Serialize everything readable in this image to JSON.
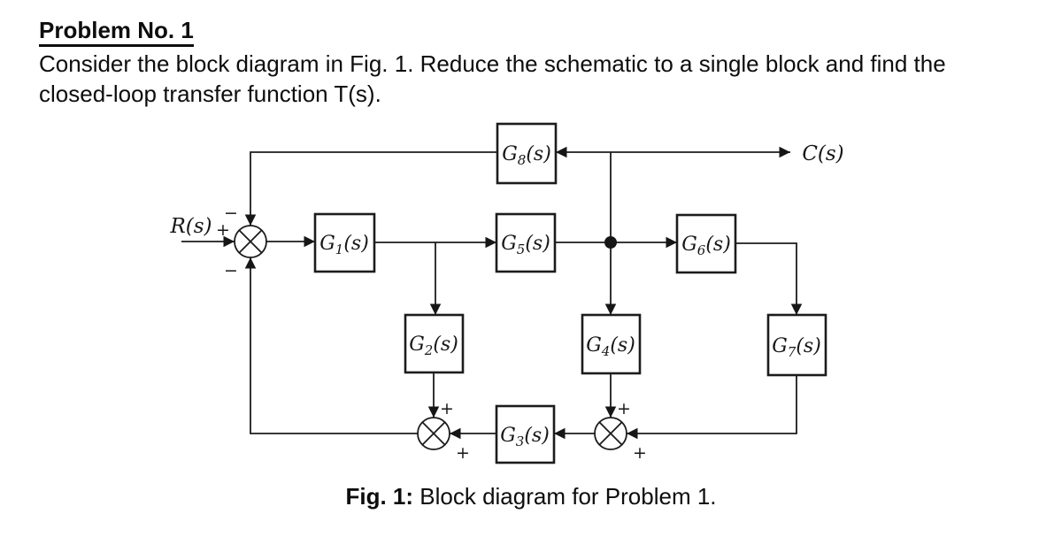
{
  "page": {
    "title": "Problem No. 1",
    "body": [
      "Consider the block diagram in Fig. 1. Reduce the schematic to a single block and find the",
      "closed-loop transfer function T(s)."
    ],
    "caption": {
      "prefix": "Fig. 1:",
      "text": " Block diagram for Problem 1."
    }
  },
  "diagram": {
    "input_label": "R(s)",
    "output_label": "C(s)",
    "blocks": {
      "g1": {
        "base": "G",
        "sub": "1",
        "arg": "(s)"
      },
      "g2": {
        "base": "G",
        "sub": "2",
        "arg": "(s)"
      },
      "g3": {
        "base": "G",
        "sub": "3",
        "arg": "(s)"
      },
      "g4": {
        "base": "G",
        "sub": "4",
        "arg": "(s)"
      },
      "g5": {
        "base": "G",
        "sub": "5",
        "arg": "(s)"
      },
      "g6": {
        "base": "G",
        "sub": "6",
        "arg": "(s)"
      },
      "g7": {
        "base": "G",
        "sub": "7",
        "arg": "(s)"
      },
      "g8": {
        "base": "G",
        "sub": "8",
        "arg": "(s)"
      }
    },
    "signs": {
      "sum1_left": "+",
      "sum1_top": "−",
      "sum1_bottom": "−",
      "sum2_top": "+",
      "sum2_bottom": "+",
      "sum3_top": "+",
      "sum3_bottom": "+"
    },
    "connections": [
      "R(s) + at sum1",
      "sum1 to G1",
      "G1 to G5 with branch down to G2",
      "G5 to pickoff dot to G6",
      "pickoff dot up to output line: left into G8, right to C(s)",
      "pickoff dot down to G4",
      "G8 output left then down to sum1 top (minus)",
      "G6 right then down to G7",
      "G7 down then left to sum3 (plus)",
      "G4 down to sum3 (plus)",
      "sum3 to G3",
      "G3 to sum2 (plus)",
      "G2 down to sum2 (plus)",
      "sum2 left then up to sum1 bottom (minus)"
    ]
  }
}
